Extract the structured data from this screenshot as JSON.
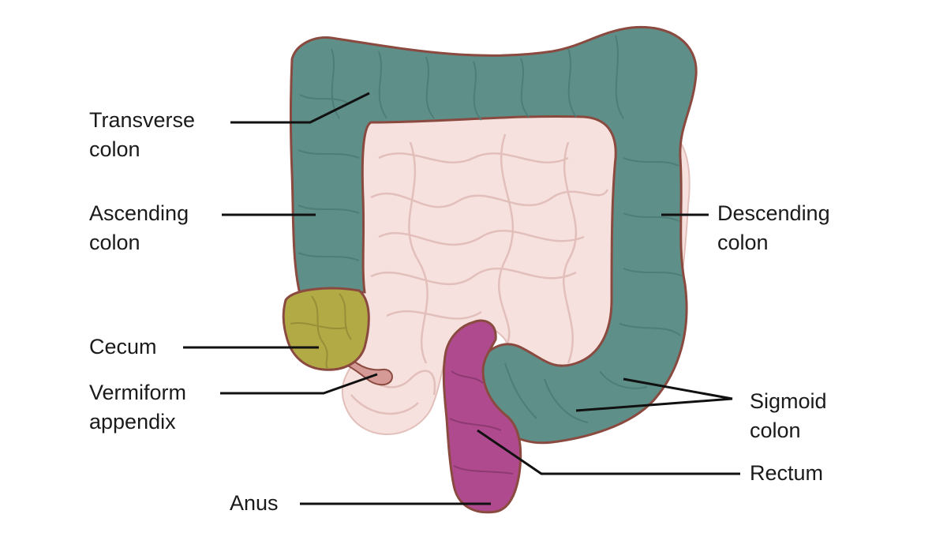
{
  "colors": {
    "colon_fill": "#5e8f88",
    "colon_outline": "#8b4a40",
    "cecum_fill": "#b2aa45",
    "rectum_fill": "#b04a8e",
    "small_intestine_fill": "#f6e1de",
    "small_intestine_line": "#e2bfba",
    "leader_line": "#111111"
  },
  "labels": {
    "transverse_colon": {
      "line1": "Transverse",
      "line2": "colon"
    },
    "ascending_colon": {
      "line1": "Ascending",
      "line2": "colon"
    },
    "cecum": {
      "line1": "Cecum"
    },
    "vermiform_appendix": {
      "line1": "Vermiform",
      "line2": "appendix"
    },
    "anus": {
      "line1": "Anus"
    },
    "descending_colon": {
      "line1": "Descending",
      "line2": "colon"
    },
    "sigmoid_colon": {
      "line1": "Sigmoid",
      "line2": "colon"
    },
    "rectum": {
      "line1": "Rectum"
    }
  }
}
